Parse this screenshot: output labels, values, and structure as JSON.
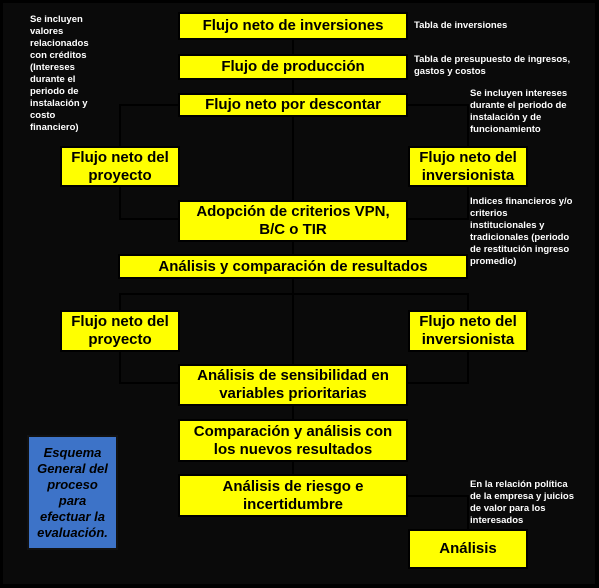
{
  "boxes": {
    "flujo_inversiones": "Flujo neto de inversiones",
    "flujo_produccion": "Flujo de producción",
    "flujo_por_descontar": "Flujo neto por descontar",
    "proyecto_1": "Flujo neto del proyecto",
    "inversionista_1": "Flujo neto del inversionista",
    "adopcion_criterios": "Adopción de criterios VPN, B/C o TIR",
    "analisis_comparacion": "Análisis y comparación de resultados",
    "proyecto_2": "Flujo neto del proyecto",
    "inversionista_2": "Flujo neto del inversionista",
    "analisis_sensibilidad": "Análisis de sensibilidad en variables prioritarias",
    "comparacion_nuevos": "Comparación y análisis con los nuevos resultados",
    "riesgo_incertidumbre": "Análisis de riesgo e incertidumbre",
    "analisis_final": "Análisis"
  },
  "notes": {
    "creditos": "Se incluyen\nvalores\nrelacionados\ncon créditos\n(Intereses\ndurante el\nperiodo de\ninstalación y\ncosto\nfinanciero)",
    "tabla_inversiones": "Tabla de inversiones",
    "tabla_presupuesto": "Tabla de presupuesto de ingresos,\ngastos y costos",
    "intereses": "Se incluyen intereses\ndurante el periodo de\ninstalación y de\nfuncionamiento",
    "indices": "Indices financieros y/o\ncriterios\ninstitucionales y\ntradicionales (periodo\nde restitución ingreso\npromedio)",
    "relacion_politica": "En la relación política\nde la empresa y juicios\nde valor para los\ninteresados"
  },
  "legend": {
    "esquema": "Esquema General del proceso para efectuar la evaluación."
  },
  "colors": {
    "box_fill": "#ffff00",
    "background": "#000000",
    "legend_fill": "#3d73c8",
    "line": "#000000"
  }
}
